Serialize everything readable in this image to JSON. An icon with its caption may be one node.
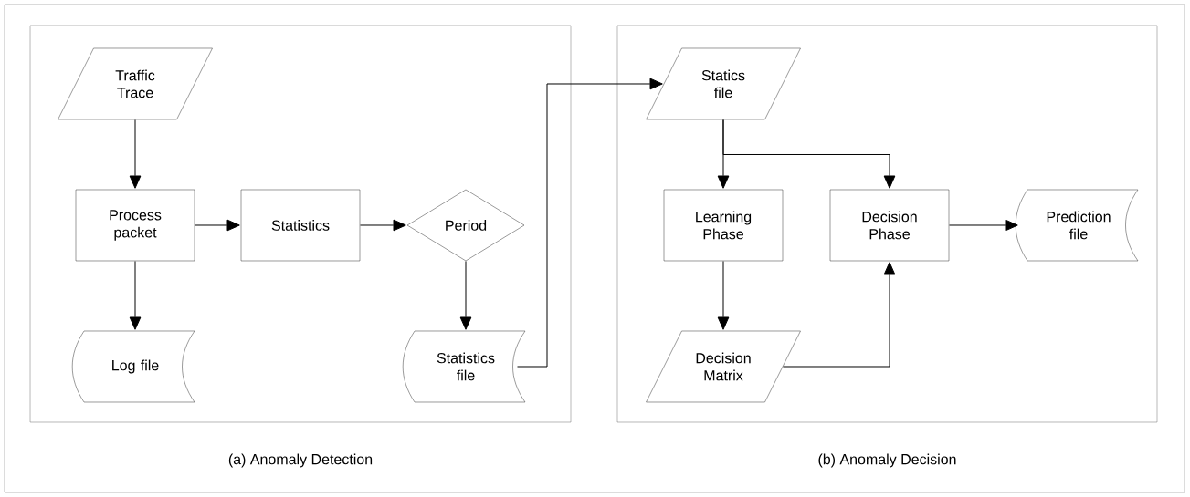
{
  "diagram": {
    "nodes": [
      {
        "text": [
          "(a) Anomaly Detection"
        ]
      },
      {
        "text": [
          "Traffic Trace"
        ],
        "in": 0
      },
      {
        "text": [
          "Process packet"
        ],
        "in": 0
      },
      {
        "text": [
          "Statistics"
        ],
        "in": 0
      },
      {
        "text": [
          "Period"
        ],
        "in": 0
      },
      {
        "text": [
          "Log file"
        ],
        "in": 0
      },
      {
        "text": [
          "Statistics file"
        ],
        "in": 0
      },
      {
        "text": [
          "(b) Anomaly Decision"
        ]
      },
      {
        "text": [
          "Statics file"
        ],
        "in": 7
      },
      {
        "text": [
          "Learning Phase"
        ],
        "in": 7
      },
      {
        "text": [
          "Decision Phase"
        ],
        "in": 7
      },
      {
        "text": [
          "Prediction file"
        ],
        "in": 7
      },
      {
        "text": [
          "Decision Matrix"
        ],
        "in": 7
      }
    ],
    "edges": [
      {
        "from": 1,
        "to": 2,
        "arrow": "to"
      },
      {
        "from": 2,
        "to": 3,
        "arrow": "to"
      },
      {
        "from": 3,
        "to": 4,
        "arrow": "to"
      },
      {
        "from": 4,
        "to": 6,
        "arrow": "to"
      },
      {
        "from": 2,
        "to": 5,
        "arrow": "to"
      },
      {
        "from": 6,
        "to": 8,
        "arrow": "to"
      },
      {
        "from": 8,
        "to": 9,
        "arrow": "to"
      },
      {
        "from": 8,
        "to": 10,
        "arrow": "to"
      },
      {
        "from": 9,
        "to": 12,
        "arrow": "to"
      },
      {
        "from": 12,
        "to": 10,
        "arrow": "to"
      },
      {
        "from": 10,
        "to": 11,
        "arrow": "to"
      }
    ]
  }
}
